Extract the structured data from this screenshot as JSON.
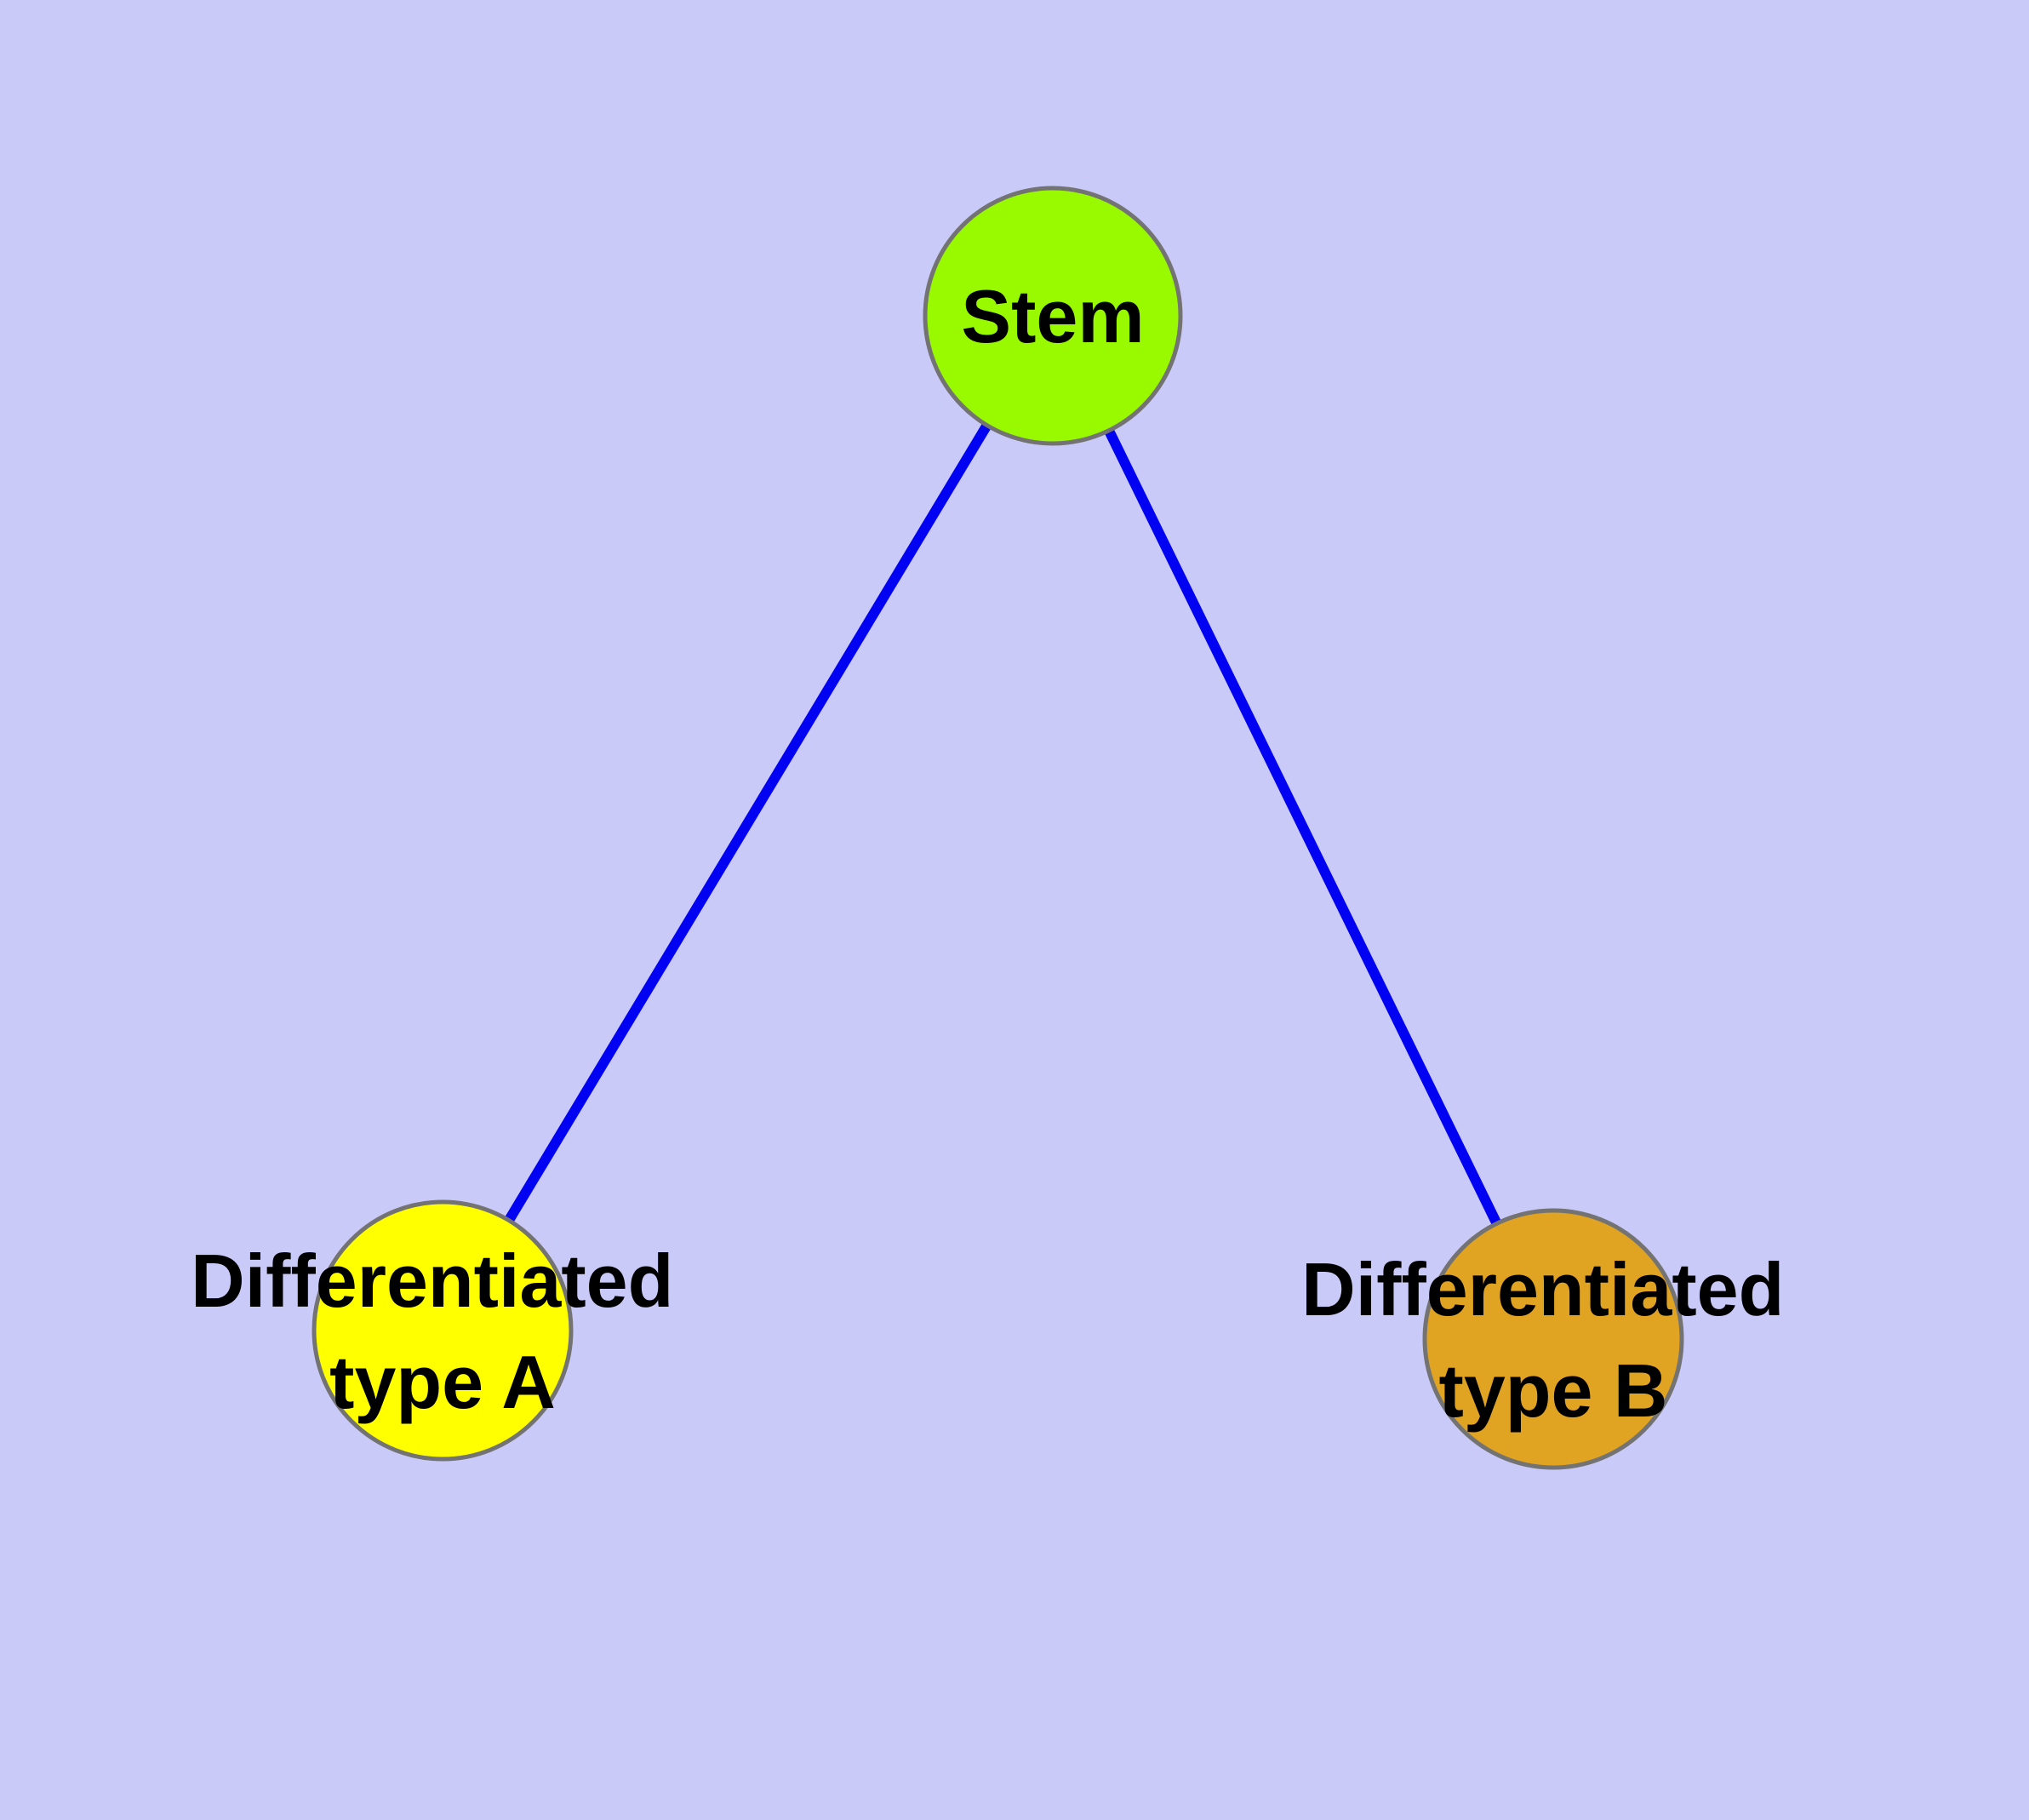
{
  "diagram": {
    "type": "node-link-graph",
    "background_color": "#CACAF9",
    "edge_color": "#0202F2",
    "node_stroke_color": "#737373",
    "label_color": "#000000",
    "nodes": [
      {
        "id": "stem",
        "label": "Stem",
        "fill_color": "#99FA00",
        "position": "top-center"
      },
      {
        "id": "differentiated-type-a",
        "label_line1": "Differentiated",
        "label_line2": "type A",
        "fill_color": "#FFFF00",
        "position": "bottom-left"
      },
      {
        "id": "differentiated-type-b",
        "label_line1": "Differentiated",
        "label_line2": "type B",
        "fill_color": "#E0A322",
        "position": "bottom-right"
      }
    ],
    "edges": [
      {
        "from": "Stem",
        "to": "Differentiated type A"
      },
      {
        "from": "Stem",
        "to": "Differentiated type B"
      }
    ]
  }
}
